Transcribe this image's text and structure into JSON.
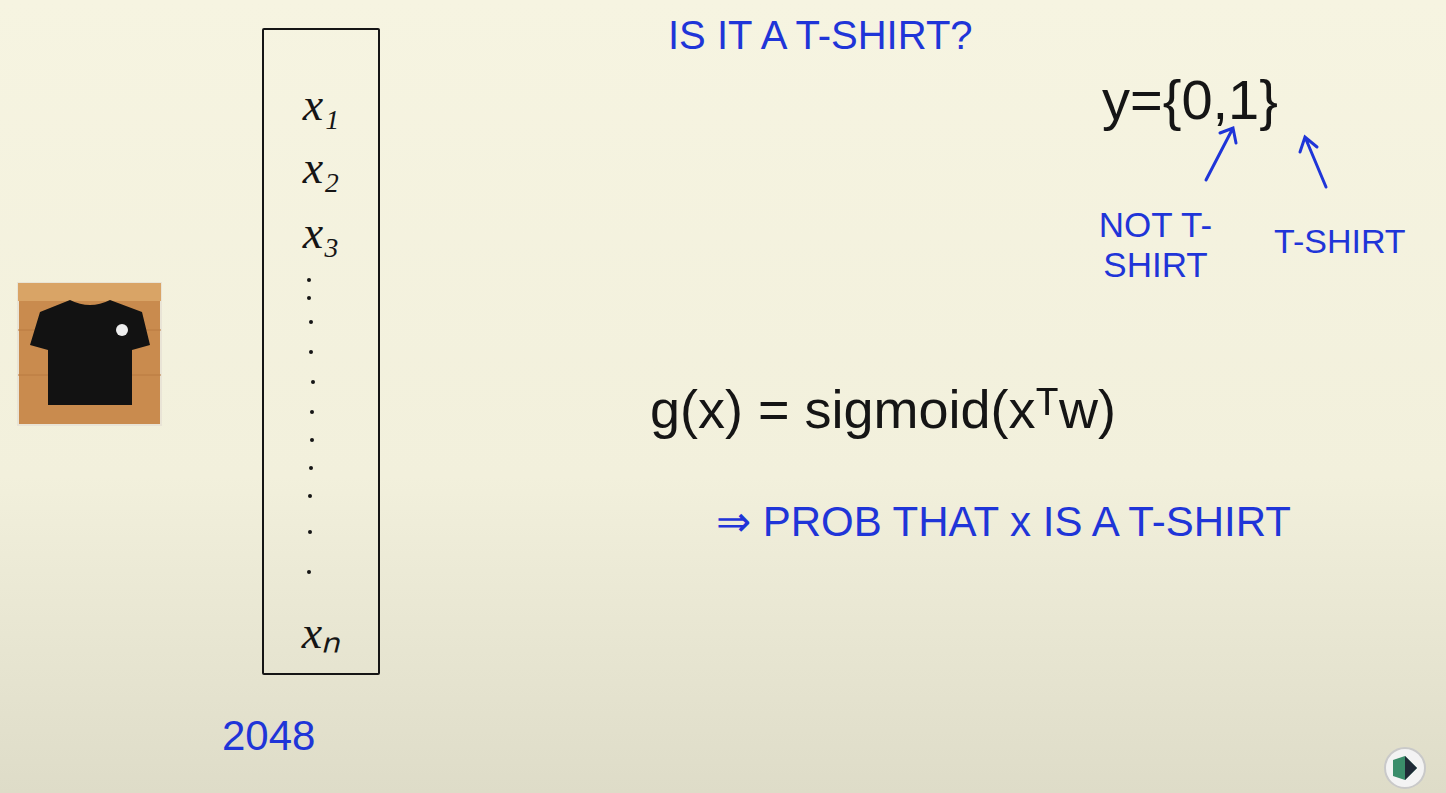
{
  "diagram": {
    "nodes": [
      {
        "text": [
          "x₁",
          "x₂",
          "x₃",
          "xₙ"
        ]
      }
    ],
    "labels": [
      "2048",
      "IS IT A T-SHIRT?",
      "y={0,1}",
      "NOT T-SHIRT",
      "T-SHIRT",
      "g(x) = sigmoid(xᵀw)",
      "⇒ PROB THAT x IS A T-SHIRT"
    ]
  }
}
